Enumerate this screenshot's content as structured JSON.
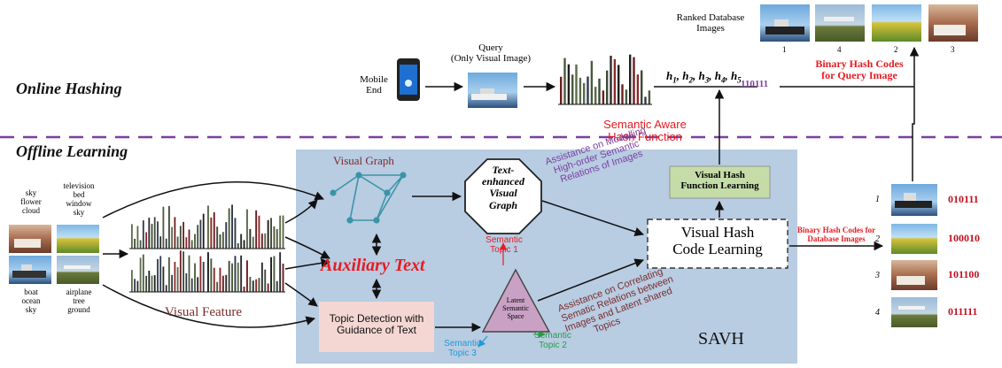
{
  "sections": {
    "online": "Online Hashing",
    "offline": "Offline Learning"
  },
  "online": {
    "mobile_end": [
      "Mobile",
      "End"
    ],
    "query": [
      "Query",
      "(Only Visual  Image)"
    ],
    "hash_vars": [
      "h1",
      "h2",
      "h3",
      "h4",
      "h5"
    ],
    "query_code": "110111",
    "ranked_title": [
      "Ranked Database",
      "Images"
    ],
    "ranked_ranks": [
      "1",
      "4",
      "2",
      "3"
    ],
    "query_codes_label": [
      "Binary Hash Codes",
      "for Query Image"
    ],
    "semantic_hash_fn": [
      "Semantic Aware",
      "Hash Function"
    ]
  },
  "offline": {
    "tags_1": [
      "sky",
      "flower",
      "cloud"
    ],
    "tags_2": [
      "television",
      "bed",
      "window",
      "sky"
    ],
    "tags_3": [
      "boat",
      "ocean",
      "sky"
    ],
    "tags_4": [
      "airplane",
      "tree",
      "ground"
    ],
    "visual_feature": "Visual Feature",
    "visual_graph": "Visual Graph",
    "auxiliary_text": "Auxiliary Text",
    "topic_detection": [
      "Topic Detection with",
      "Guidance of Text"
    ],
    "text_graph": [
      "Text-",
      "enhanced",
      "Visual",
      "Graph"
    ],
    "assist_modelling": [
      "Assistance on Modelling",
      "High-order Semantic",
      "Relations of Images"
    ],
    "semantic_topic_1": [
      "Semantic",
      "Topic 1"
    ],
    "semantic_topic_2": [
      "Semantic",
      "Topic 2"
    ],
    "semantic_topic_3": [
      "Semantic",
      "Topic 3"
    ],
    "latent_space": [
      "Latent",
      "Semantic",
      "Space"
    ],
    "assist_correlating": [
      "Assistance on Correlating",
      "Sematic Relations between",
      "Images and Latent shared",
      "Topics"
    ],
    "visual_hash_fn": [
      "Visual Hash",
      "Function Learning"
    ],
    "visual_hash_code": [
      "Visual Hash",
      "Code Learning"
    ],
    "db_codes_label": [
      "Binary Hash Codes for",
      "Database Images"
    ],
    "savh": "SAVH",
    "db_ranks": [
      "1",
      "2",
      "3",
      "4"
    ],
    "db_codes": [
      "010111",
      "100010",
      "101100",
      "011111"
    ]
  },
  "colors": {
    "panel": "#b8cce2",
    "red": "#e51c23",
    "purple": "#7b3fa0",
    "dark_red_text": "#7a2c2c",
    "teal": "#3a94a8",
    "code_red": "#c0121e",
    "green_box": "#c5dca8",
    "pink_box": "#f4d7d3",
    "triangle": "#c9a1c4",
    "topic_blue": "#1f9bd6",
    "topic_green": "#2a9a4a"
  }
}
